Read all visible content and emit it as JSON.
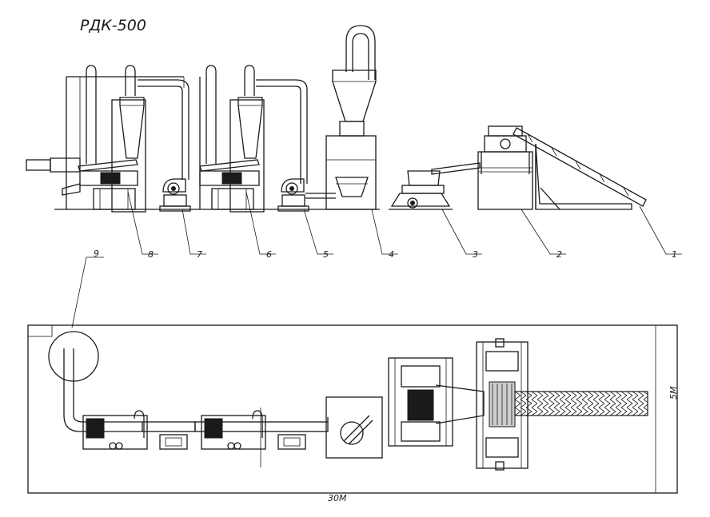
{
  "title": "РДК-500",
  "callouts": [
    "1",
    "2",
    "3",
    "4",
    "5",
    "6",
    "7",
    "8",
    "9"
  ],
  "dimensions": {
    "length": "30М",
    "width": "5М"
  }
}
